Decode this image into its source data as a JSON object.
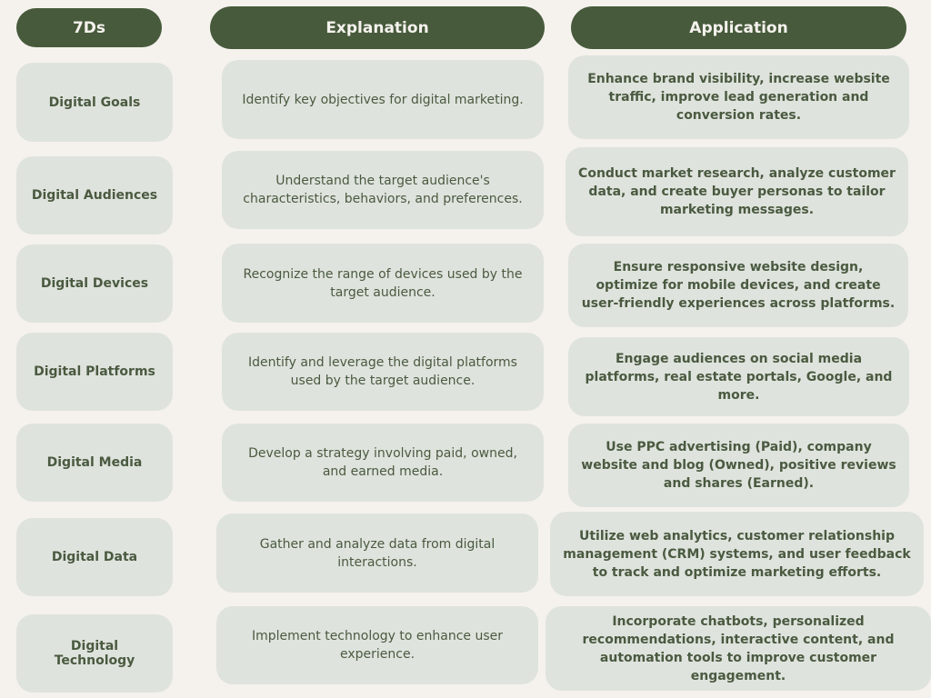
{
  "headers": {
    "col1": "7Ds",
    "col2": "Explanation",
    "col3": "Application"
  },
  "rows": [
    {
      "name": "Digital Goals",
      "explanation": "Identify key objectives for digital marketing.",
      "application": "Enhance brand visibility, increase website traffic, improve lead generation and conversion rates."
    },
    {
      "name": "Digital Audiences",
      "explanation": "Understand the target audience's characteristics, behaviors, and preferences.",
      "application": "Conduct market research, analyze customer data, and create buyer personas to tailor marketing messages."
    },
    {
      "name": "Digital Devices",
      "explanation": "Recognize the range of devices used by the target audience.",
      "application": "Ensure responsive website design, optimize for mobile devices, and create user-friendly experiences across platforms."
    },
    {
      "name": "Digital Platforms",
      "explanation": "Identify and leverage the digital platforms used by the target audience.",
      "application": "Engage audiences on social media platforms, real estate portals, Google, and more."
    },
    {
      "name": "Digital Media",
      "explanation": "Develop a strategy involving paid, owned, and earned media.",
      "application": "Use PPC advertising (Paid), company website and blog (Owned), positive reviews and shares (Earned)."
    },
    {
      "name": "Digital Data",
      "explanation": "Gather and analyze data from digital interactions.",
      "application": "Utilize web analytics, customer relationship management (CRM) systems, and user feedback to track and optimize marketing efforts."
    },
    {
      "name": "Digital Technology",
      "explanation": "Implement technology to enhance user experience.",
      "application": "Incorporate chatbots, personalized recommendations, interactive content, and automation tools to improve customer engagement."
    }
  ]
}
